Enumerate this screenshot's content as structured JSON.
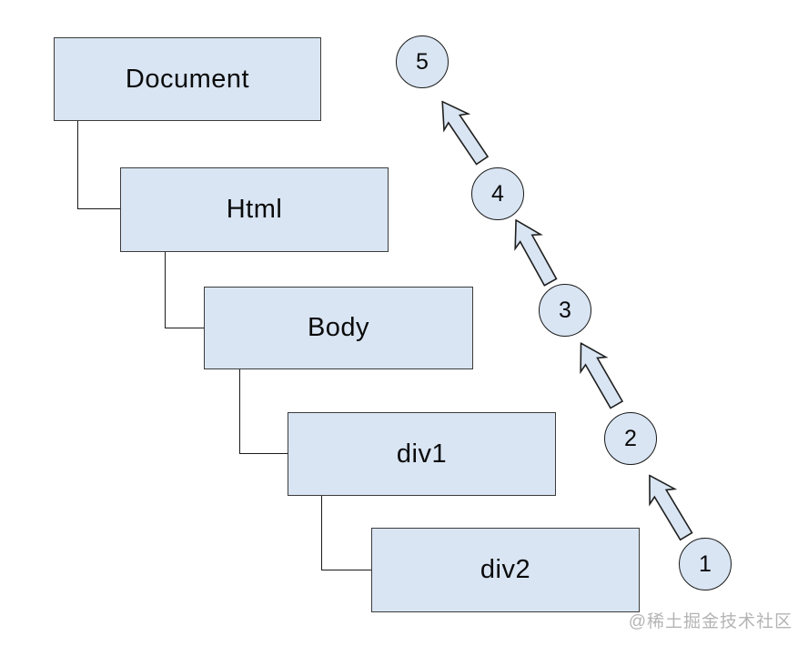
{
  "diagram": {
    "nodes": [
      {
        "id": "document",
        "label": "Document"
      },
      {
        "id": "html",
        "label": "Html"
      },
      {
        "id": "body",
        "label": "Body"
      },
      {
        "id": "div1",
        "label": "div1"
      },
      {
        "id": "div2",
        "label": "div2"
      }
    ],
    "steps": [
      {
        "label": "1"
      },
      {
        "label": "2"
      },
      {
        "label": "3"
      },
      {
        "label": "4"
      },
      {
        "label": "5"
      }
    ],
    "flow": "steps ascend from div2 side (1) up toward Document side (5) via block arrows",
    "colors": {
      "node_fill": "#d9e5f3",
      "node_border": "#3c3c3c",
      "connector": "#1a1a1a",
      "text": "#0a0a0a",
      "watermark": "#b4b4b4",
      "background": "#ffffff"
    }
  },
  "watermark": {
    "text": "@稀土掘金技术社区"
  }
}
